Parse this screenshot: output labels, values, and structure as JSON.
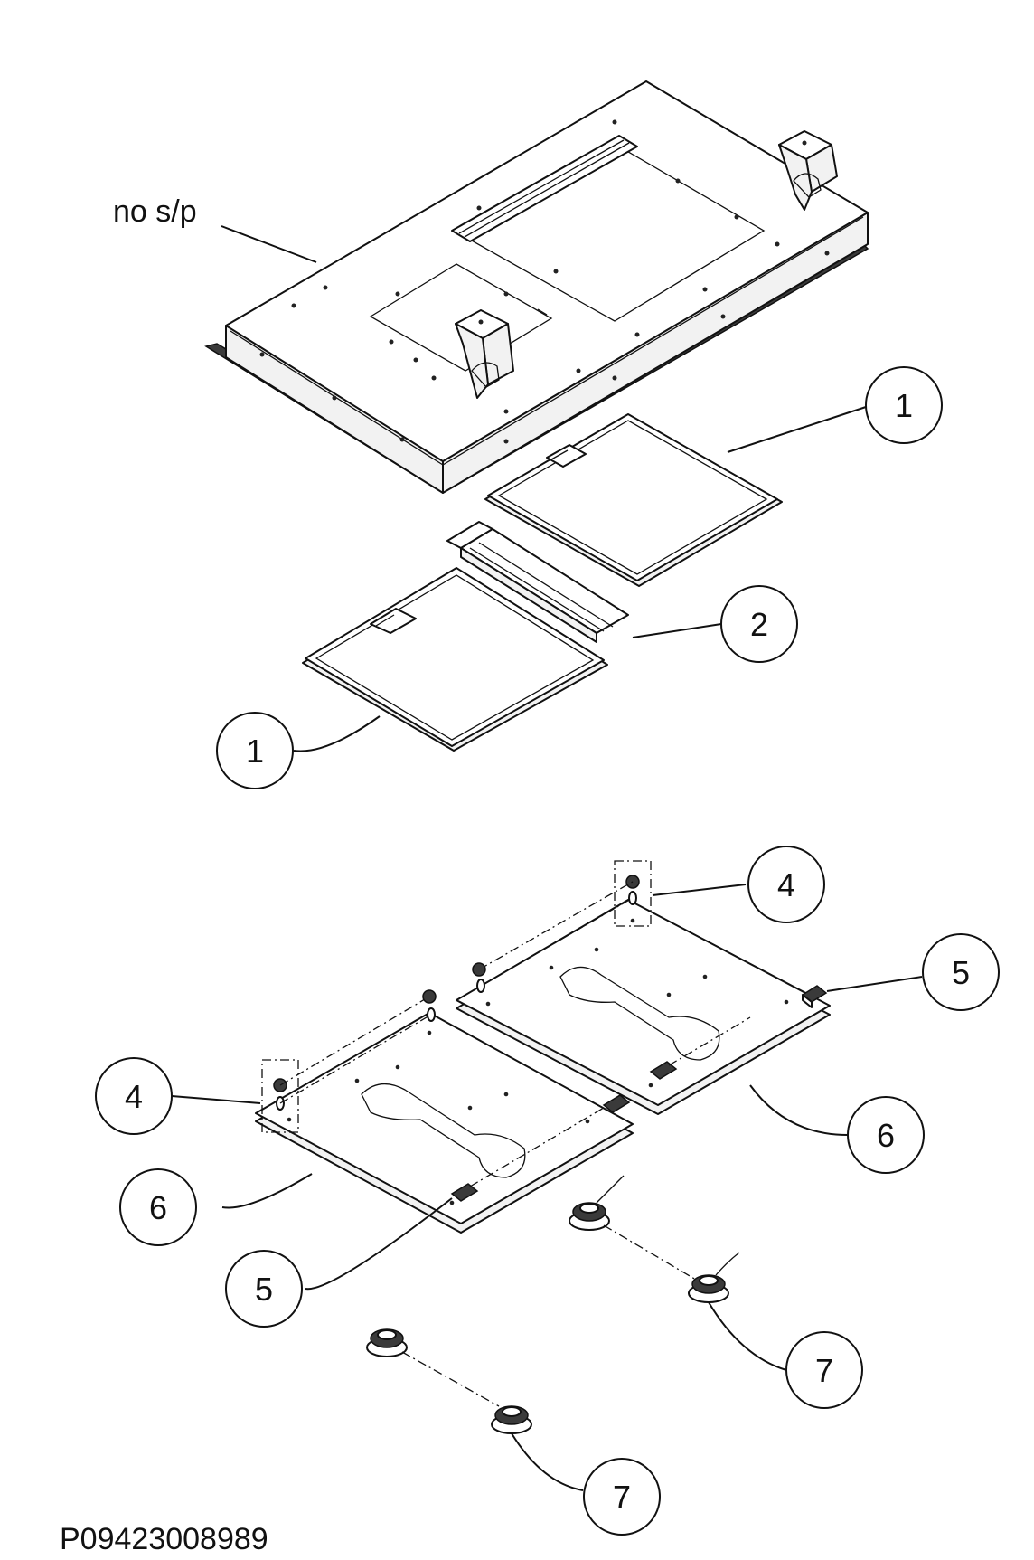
{
  "labels": {
    "no_sp": "no s/p",
    "part_code": "P09423008989"
  },
  "callouts": [
    {
      "id": "filter-top",
      "text": "1"
    },
    {
      "id": "filter-bottom",
      "text": "1"
    },
    {
      "id": "channel",
      "text": "2"
    },
    {
      "id": "fixing-right",
      "text": "4"
    },
    {
      "id": "fixing-left",
      "text": "4"
    },
    {
      "id": "connector-right",
      "text": "5"
    },
    {
      "id": "connector-left",
      "text": "5"
    },
    {
      "id": "panel-right",
      "text": "6"
    },
    {
      "id": "panel-left",
      "text": "6"
    },
    {
      "id": "lamp-right",
      "text": "7"
    },
    {
      "id": "lamp-left",
      "text": "7"
    }
  ]
}
